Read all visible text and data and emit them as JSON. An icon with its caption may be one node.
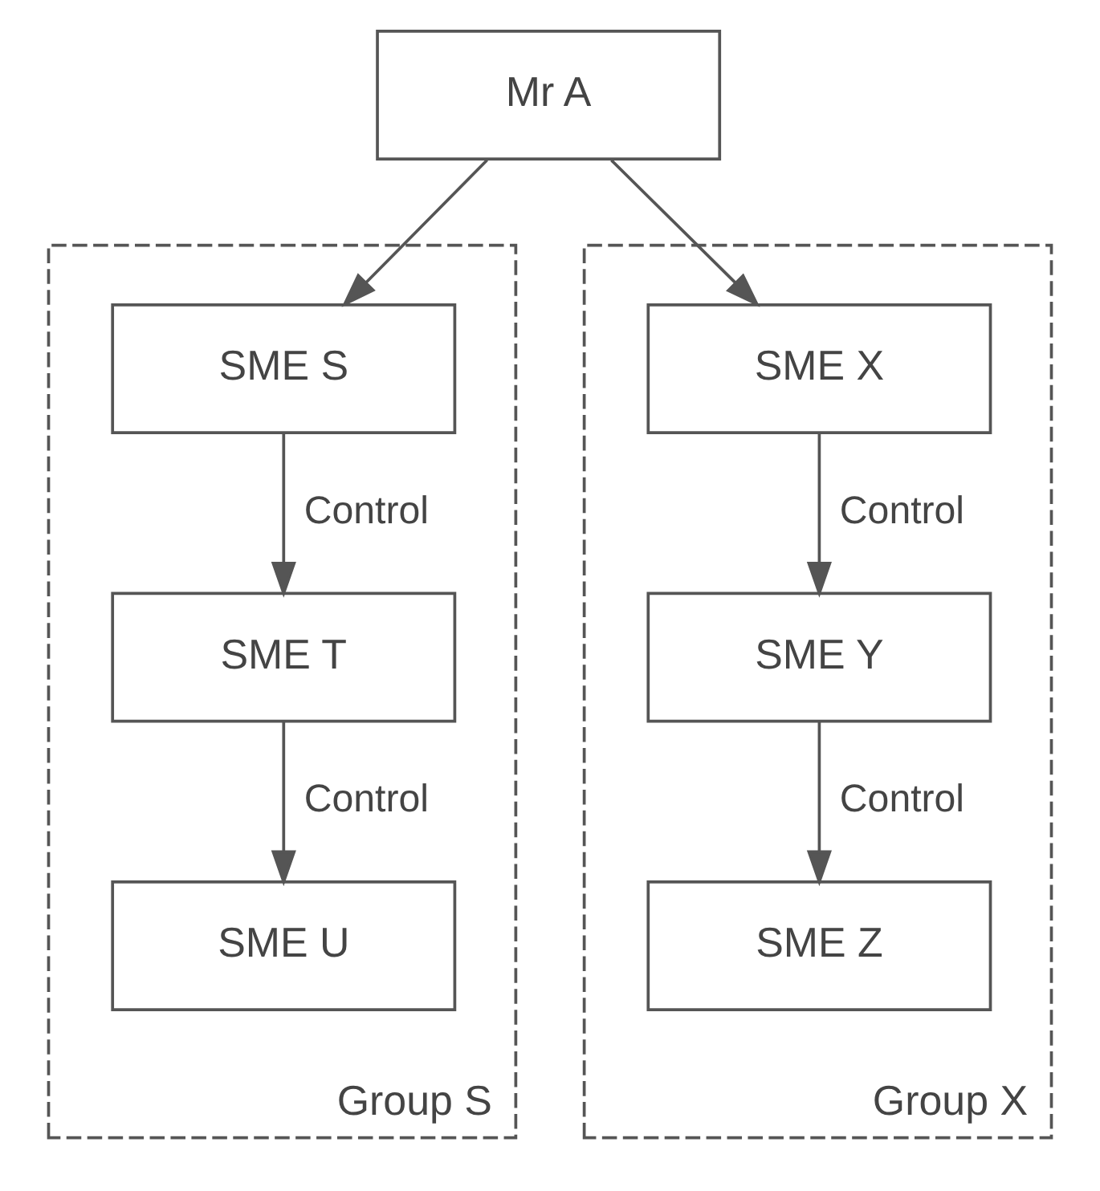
{
  "diagram": {
    "nodes": [
      {
        "text": [
          "Mr A"
        ]
      },
      {
        "text": [
          "Group S"
        ]
      },
      {
        "text": [
          "SME S"
        ],
        "in": 1
      },
      {
        "text": [
          "SME T"
        ],
        "in": 1
      },
      {
        "text": [
          "SME U"
        ],
        "in": 1
      },
      {
        "text": [
          "Group X"
        ]
      },
      {
        "text": [
          "SME X"
        ],
        "in": 5
      },
      {
        "text": [
          "SME Y"
        ],
        "in": 5
      },
      {
        "text": [
          "SME Z"
        ],
        "in": 5
      }
    ],
    "edges": [
      {
        "from": 0,
        "to": 2,
        "arrow": "to"
      },
      {
        "from": 0,
        "to": 6,
        "arrow": "to"
      },
      {
        "from": 2,
        "to": 3,
        "arrow": "to",
        "label": "Control"
      },
      {
        "from": 3,
        "to": 4,
        "arrow": "to",
        "label": "Control"
      },
      {
        "from": 6,
        "to": 7,
        "arrow": "to",
        "label": "Control"
      },
      {
        "from": 7,
        "to": 8,
        "arrow": "to",
        "label": "Control"
      }
    ]
  }
}
